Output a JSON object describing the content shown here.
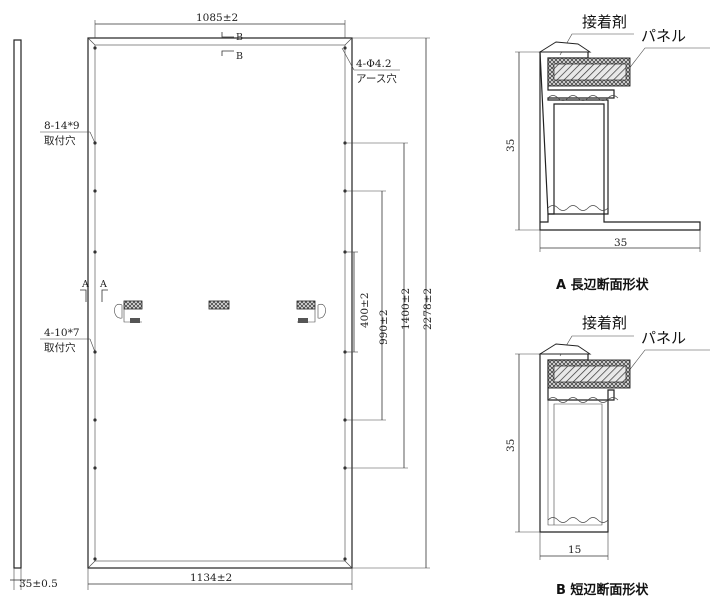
{
  "front_view": {
    "top_inner_width": "1085±2",
    "bottom_width": "1134±2",
    "section_mark_b": "B",
    "earth_hole_spec": "4-Φ4.2",
    "earth_hole_label": "アース穴",
    "mount_hole_top_spec": "8-14*9",
    "mount_hole_top_label": "取付穴",
    "section_mark_a": "A",
    "mount_hole_bottom_spec": "4-10*7",
    "mount_hole_bottom_label": "取付穴",
    "dim_400": "400±2",
    "dim_990": "990±2",
    "dim_1400": "1400±2",
    "dim_2278": "2278±2"
  },
  "side_view": {
    "thickness": "35±0.5"
  },
  "section_a": {
    "adhesive_label": "接着剤",
    "panel_label": "パネル",
    "height": "35",
    "width": "35",
    "caption": "A 長辺断面形状"
  },
  "section_b": {
    "adhesive_label": "接着剤",
    "panel_label": "パネル",
    "height": "35",
    "width": "15",
    "caption": "B 短辺断面形状"
  }
}
